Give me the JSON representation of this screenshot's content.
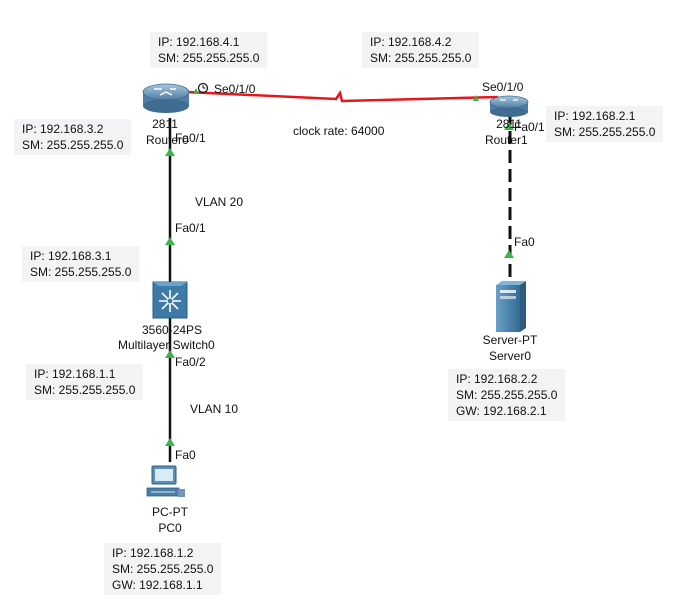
{
  "devices": {
    "router_left": {
      "model": "2811",
      "name": "Router0"
    },
    "router_right": {
      "model": "2811",
      "name": "Router1"
    },
    "switch": {
      "model": "3560-24PS",
      "name": "Multilayer Switch0"
    },
    "server": {
      "model": "Server-PT",
      "name": "Server0"
    },
    "pc": {
      "model": "PC-PT",
      "name": "PC0"
    }
  },
  "info_boxes": {
    "r0_serial": {
      "ip": "IP: 192.168.4.1",
      "sm": "SM: 255.255.255.0"
    },
    "r1_serial": {
      "ip": "IP: 192.168.4.2",
      "sm": "SM: 255.255.255.0"
    },
    "r0_fa": {
      "ip": "IP: 192.168.3.2",
      "sm": "SM: 255.255.255.0"
    },
    "r1_fa": {
      "ip": "IP: 192.168.2.1",
      "sm": "SM: 255.255.255.0"
    },
    "sw_up": {
      "ip": "IP: 192.168.3.1",
      "sm": "SM: 255.255.255.0"
    },
    "sw_down": {
      "ip": "IP: 192.168.1.1",
      "sm": "SM: 255.255.255.0"
    },
    "server": {
      "ip": "IP: 192.168.2.2",
      "sm": "SM: 255.255.255.0",
      "gw": "GW: 192.168.2.1"
    },
    "pc": {
      "ip": "IP: 192.168.1.2",
      "sm": "SM: 255.255.255.0",
      "gw": "GW: 192.168.1.1"
    }
  },
  "ports": {
    "r0_serial": "Se0/1/0",
    "r1_serial": "Se0/1/0",
    "r0_fa": "Fa0/1",
    "r1_fa": "Fa0/1",
    "sw_up": "Fa0/1",
    "sw_down": "Fa0/2",
    "server": "Fa0",
    "pc": "Fa0"
  },
  "link_labels": {
    "clock_rate": "clock rate: 64000",
    "vlan_up": "VLAN 20",
    "vlan_down": "VLAN 10"
  },
  "colors": {
    "serial_link": "#e8161b",
    "ethernet_link": "#111111",
    "link_up_triangle": "#3cb44b",
    "router_body": "#5f8db0",
    "switch_body": "#3d7aa8",
    "server_body": "#4d83ad",
    "info_box_bg": "#f3f3f6"
  }
}
